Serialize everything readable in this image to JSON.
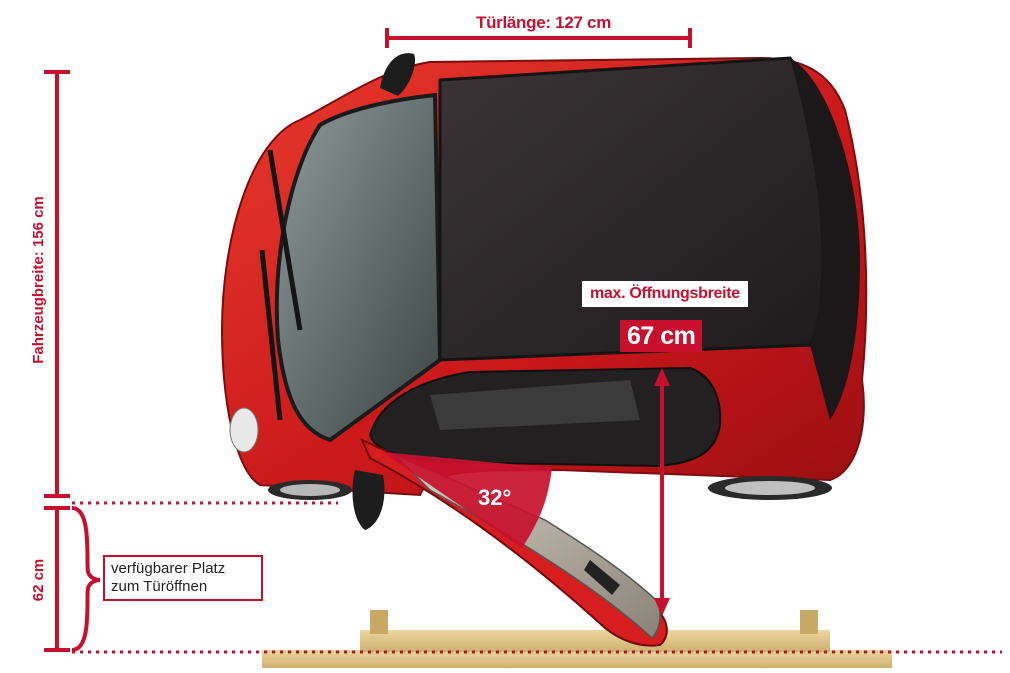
{
  "labels": {
    "door_length": "Türlänge: 127 cm",
    "vehicle_width": "Fahrzeugbreite: 156 cm",
    "available_width": "62 cm",
    "available_text_line1": "verfügbarer Platz",
    "available_text_line2": "zum Türöffnen",
    "max_opening_title": "max. Öffnungsbreite",
    "max_opening_value": "67 cm",
    "angle": "32°"
  },
  "colors": {
    "accent": "#c8102e",
    "car_body": "#d9231f",
    "roof": "#2a2527",
    "floor_board": "#e2c98c"
  }
}
